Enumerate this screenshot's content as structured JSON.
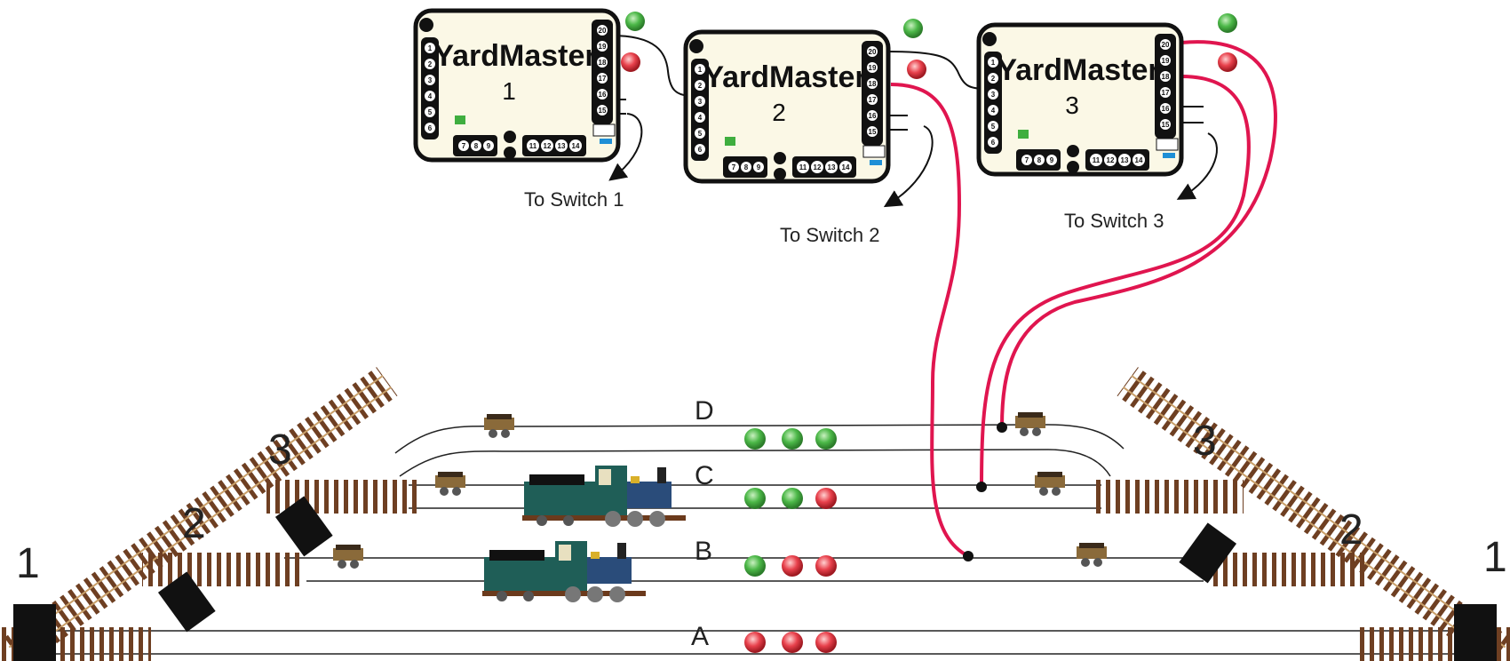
{
  "yardmasters": [
    {
      "name": "YardMaster",
      "number": "1",
      "caption": "To Switch 1"
    },
    {
      "name": "YardMaster",
      "number": "2",
      "caption": "To Switch 2"
    },
    {
      "name": "YardMaster",
      "number": "3",
      "caption": "To Switch 3"
    }
  ],
  "left_pins": [
    "1",
    "2",
    "3",
    "4",
    "5",
    "6"
  ],
  "right_pins": [
    "20",
    "19",
    "18",
    "17",
    "16",
    "15"
  ],
  "bottom_pins_a": [
    "7",
    "8",
    "9"
  ],
  "bottom_pins_b": [
    "11",
    "12",
    "13",
    "14"
  ],
  "switch_labels": [
    "1",
    "2",
    "3"
  ],
  "tracks": [
    {
      "letter": "D",
      "signals": [
        "green",
        "green",
        "green"
      ]
    },
    {
      "letter": "C",
      "signals": [
        "green",
        "green",
        "red"
      ]
    },
    {
      "letter": "B",
      "signals": [
        "green",
        "red",
        "red"
      ]
    },
    {
      "letter": "A",
      "signals": [
        "red",
        "red",
        "red"
      ]
    }
  ],
  "colors": {
    "board_fill": "#fbf8e6",
    "board_border": "#111111",
    "wire": "#e0154f",
    "signal_green": "#3fae3f",
    "signal_red": "#e03a45",
    "tie_brown": "#7a4a2a"
  }
}
